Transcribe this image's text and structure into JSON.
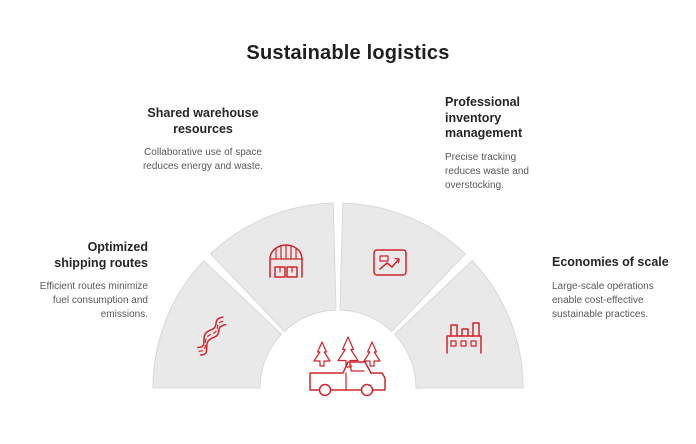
{
  "title": "Sustainable logistics",
  "colors": {
    "accent": "#d2232a",
    "segment_fill": "#e9e9e9",
    "heading_text": "#262626",
    "body_text": "#595959"
  },
  "segments": [
    {
      "id": "optimized-shipping-routes",
      "heading": "Optimized shipping routes",
      "description": "Efficient routes minimize fuel consumption and emissions.",
      "icon": "route-icon"
    },
    {
      "id": "shared-warehouse-resources",
      "heading": "Shared warehouse resources",
      "description": "Collaborative use of space reduces energy and waste.",
      "icon": "warehouse-icon"
    },
    {
      "id": "professional-inventory-management",
      "heading": "Professional inventory management",
      "description": "Precise tracking reduces waste and overstocking.",
      "icon": "inventory-icon"
    },
    {
      "id": "economies-of-scale",
      "heading": "Economies of scale",
      "description": "Large-scale operations enable cost-effective sustainable practices.",
      "icon": "factory-icon"
    }
  ],
  "center_art": {
    "icons": [
      "pine-trees-icon",
      "pickup-truck-icon"
    ]
  }
}
